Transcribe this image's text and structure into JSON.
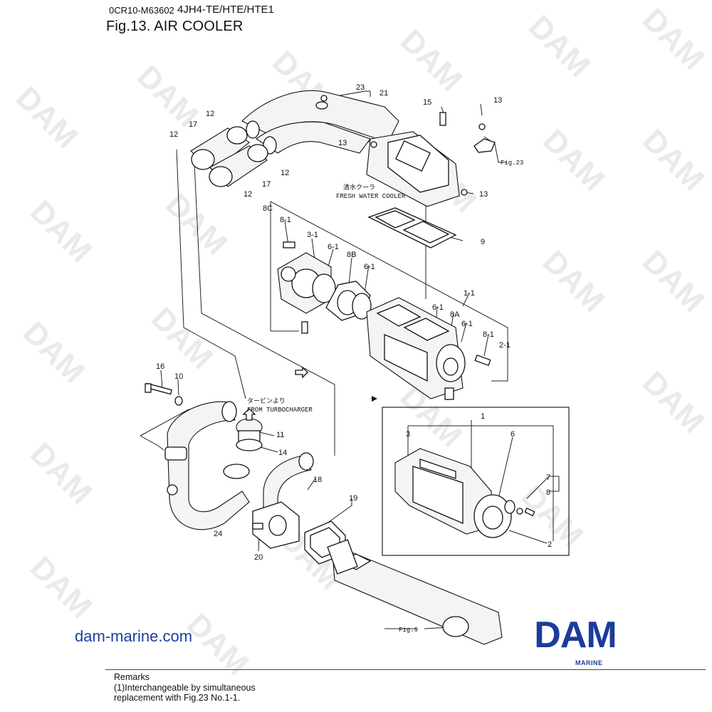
{
  "header": {
    "code": "0CR10-M63602",
    "model": "4JH4-TE/HTE/HTE1",
    "figure_title": "Fig.13.  AIR COOLER"
  },
  "annotations": {
    "fresh_water_cooler_jp": "清水クーラ",
    "fresh_water_cooler_en": "FRESH WATER COOLER",
    "from_turbo_jp": "タービンより",
    "from_turbo_en": "FROM TURBOCHARGER",
    "fig23_ref": "Fig.23",
    "fig9_ref": "Fig.9"
  },
  "part_labels": [
    {
      "id": "23",
      "text": "23"
    },
    {
      "id": "21",
      "text": "21"
    },
    {
      "id": "15",
      "text": "15"
    },
    {
      "id": "13a",
      "text": "13"
    },
    {
      "id": "13b",
      "text": "13"
    },
    {
      "id": "13c",
      "text": "13"
    },
    {
      "id": "12a",
      "text": "12"
    },
    {
      "id": "12b",
      "text": "12"
    },
    {
      "id": "12c",
      "text": "12"
    },
    {
      "id": "12d",
      "text": "12"
    },
    {
      "id": "17a",
      "text": "17"
    },
    {
      "id": "17b",
      "text": "17"
    },
    {
      "id": "8C",
      "text": "8C"
    },
    {
      "id": "8-1a",
      "text": "8-1"
    },
    {
      "id": "3-1",
      "text": "3-1"
    },
    {
      "id": "6-1a",
      "text": "6-1"
    },
    {
      "id": "8B",
      "text": "8B"
    },
    {
      "id": "6-1b",
      "text": "6-1"
    },
    {
      "id": "9",
      "text": "9"
    },
    {
      "id": "1-1",
      "text": "1-1"
    },
    {
      "id": "6-1c",
      "text": "6-1"
    },
    {
      "id": "8A",
      "text": "8A"
    },
    {
      "id": "6-1d",
      "text": "6-1"
    },
    {
      "id": "8-1b",
      "text": "8-1"
    },
    {
      "id": "2-1",
      "text": "2-1"
    },
    {
      "id": "16",
      "text": "16"
    },
    {
      "id": "10",
      "text": "10"
    },
    {
      "id": "11",
      "text": "11"
    },
    {
      "id": "14",
      "text": "14"
    },
    {
      "id": "18",
      "text": "18"
    },
    {
      "id": "19",
      "text": "19"
    },
    {
      "id": "24",
      "text": "24"
    },
    {
      "id": "20",
      "text": "20"
    },
    {
      "id": "1",
      "text": "1"
    },
    {
      "id": "3",
      "text": "3"
    },
    {
      "id": "6",
      "text": "6"
    },
    {
      "id": "7",
      "text": "7"
    },
    {
      "id": "8",
      "text": "8"
    },
    {
      "id": "2",
      "text": "2"
    }
  ],
  "watermark": "DAM",
  "site": "dam-marine.com",
  "logo": {
    "letters": "DAM",
    "sub": "MARINE",
    "color": "#1b3c9a"
  },
  "remarks": {
    "title": "Remarks",
    "line1": "(1)Interchangeable by simultaneous",
    "line2": "replacement with Fig.23 No.1-1."
  }
}
